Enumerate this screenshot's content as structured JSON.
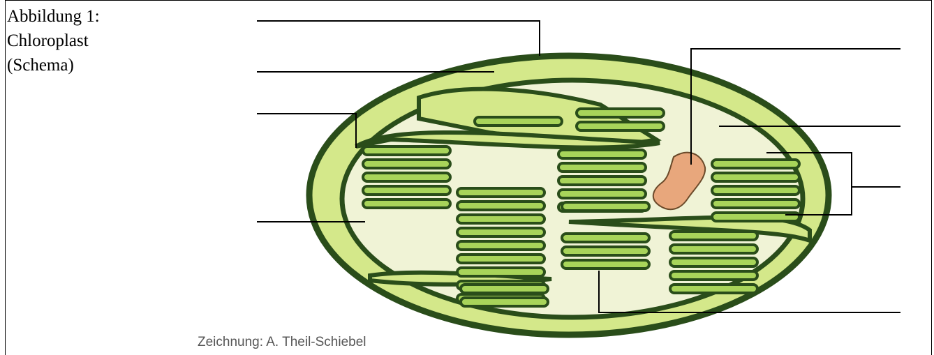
{
  "caption": {
    "line1": "Abbildung 1:",
    "line2": "Chloroplast",
    "line3": "(Schema)"
  },
  "credit": "Zeichnung: A. Theil-Schiebel",
  "colors": {
    "outer_membrane": "#2a4d1a",
    "intermembrane_space": "#d4e88a",
    "stroma": "#f0f3d6",
    "thylakoid_fill": "#a8d45a",
    "dna_fill": "#e8a77c",
    "dna_stroke": "#6b4a2a",
    "label_line": "#000000"
  }
}
